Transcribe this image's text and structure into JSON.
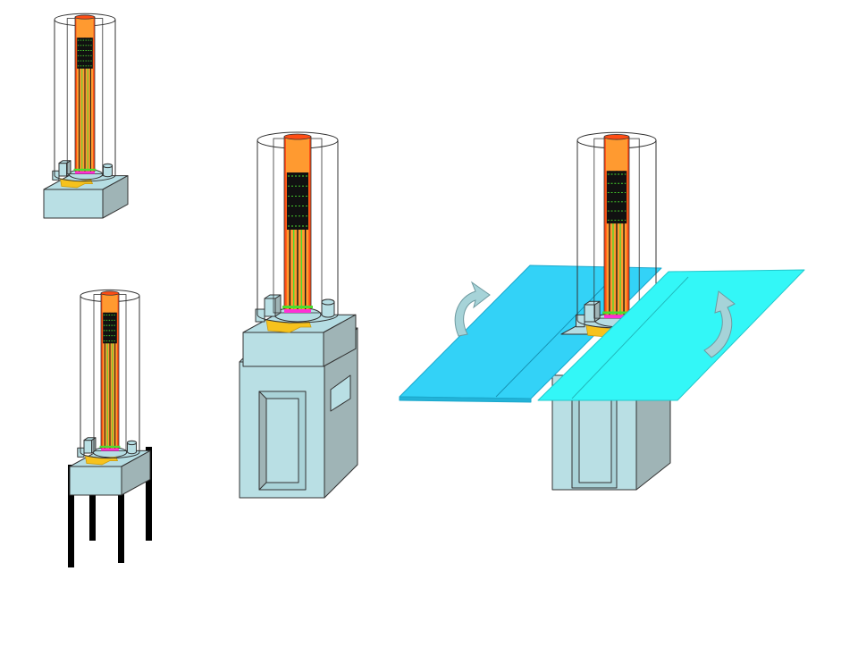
{
  "diagram": {
    "title": "",
    "colors": {
      "outline": "#333333",
      "base_top": "#b5dde3",
      "base_front": "#b9dfe4",
      "base_side": "#9fb4b6",
      "cabinet_front": "#b9dfe4",
      "cabinet_side": "#9fb4b6",
      "cabinet_panel": "#a9d3d8",
      "tube_red": "#ff4d14",
      "tube_orange": "#ff9a30",
      "tube_green": "#4ade2e",
      "tube_black": "#111111",
      "tube_magenta": "#ff2fd6",
      "bracket": "#f6c21d",
      "legs": "#000000",
      "shelf_left": "#33d2f7",
      "shelf_right": "#33f7f7",
      "arrow": "#a6d3d8"
    },
    "views": [
      {
        "id": "bare-base"
      },
      {
        "id": "on-legs"
      },
      {
        "id": "on-cabinet"
      },
      {
        "id": "with-folding-shelves"
      }
    ]
  }
}
